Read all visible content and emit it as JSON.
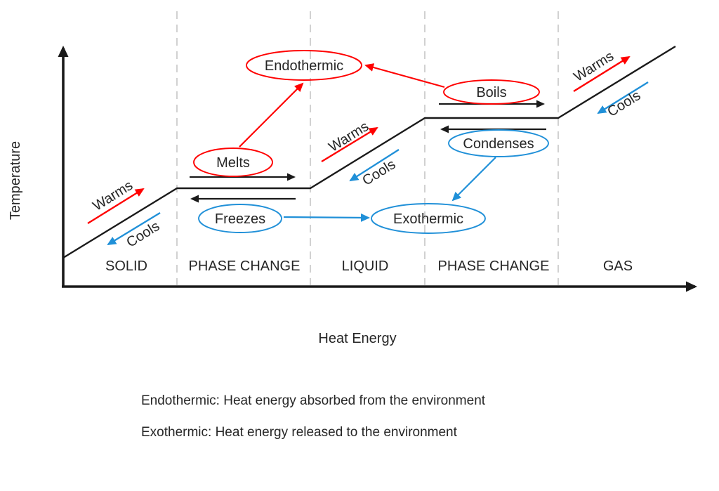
{
  "colors": {
    "ink": "#1a1a1a",
    "text": "#262626",
    "endothermic-red": "#ff0000",
    "exothermic-blue": "#2090d8",
    "boundary-gray": "#c6c6c6"
  },
  "diagram": {
    "y_axis_label": "Temperature",
    "x_axis_label": "Heat Energy",
    "regions": [
      "SOLID",
      "PHASE CHANGE",
      "LIQUID",
      "PHASE CHANGE",
      "GAS"
    ],
    "flow": {
      "warms": "Warms",
      "cools": "Cools"
    },
    "processes": {
      "endothermic": "Endothermic",
      "melts": "Melts",
      "boils": "Boils",
      "freezes": "Freezes",
      "condenses": "Condenses",
      "exothermic": "Exothermic"
    },
    "curve": [
      {
        "region": "SOLID",
        "trend": "temperature rises with heat energy"
      },
      {
        "region": "PHASE CHANGE",
        "trend": "temperature constant (melts / freezes)"
      },
      {
        "region": "LIQUID",
        "trend": "temperature rises with heat energy"
      },
      {
        "region": "PHASE CHANGE",
        "trend": "temperature constant (boils / condenses)"
      },
      {
        "region": "GAS",
        "trend": "temperature rises with heat energy"
      }
    ],
    "legend": [
      "Endothermic: Heat energy absorbed from the environment",
      "Exothermic: Heat energy released to the environment"
    ]
  }
}
